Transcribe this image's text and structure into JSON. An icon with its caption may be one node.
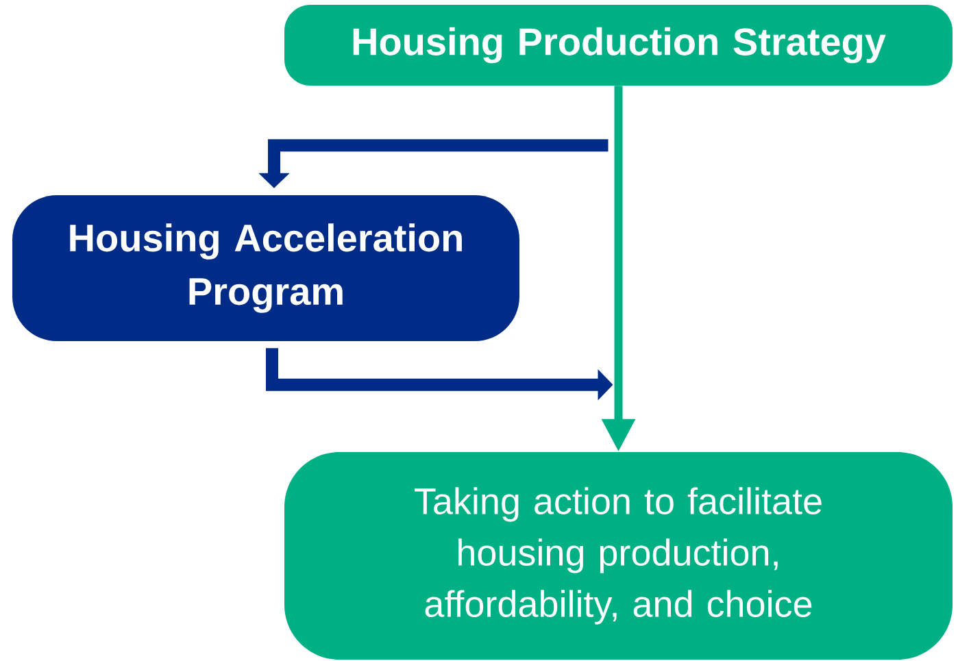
{
  "diagram": {
    "nodes": [
      {
        "text": [
          "Housing Production Strategy"
        ]
      },
      {
        "text": [
          "Housing Acceleration Program"
        ]
      },
      {
        "text": [
          "Taking action to facilitate housing production, affordability, and choice"
        ]
      }
    ],
    "edges": [
      {
        "from": 0,
        "to": 2,
        "arrow": "to",
        "color": "#00b085"
      },
      {
        "from": 0,
        "to": 1,
        "arrow": "to",
        "color": "#002b87"
      },
      {
        "from": 1,
        "to": 2,
        "arrow": "to",
        "color": "#002b87"
      }
    ]
  }
}
